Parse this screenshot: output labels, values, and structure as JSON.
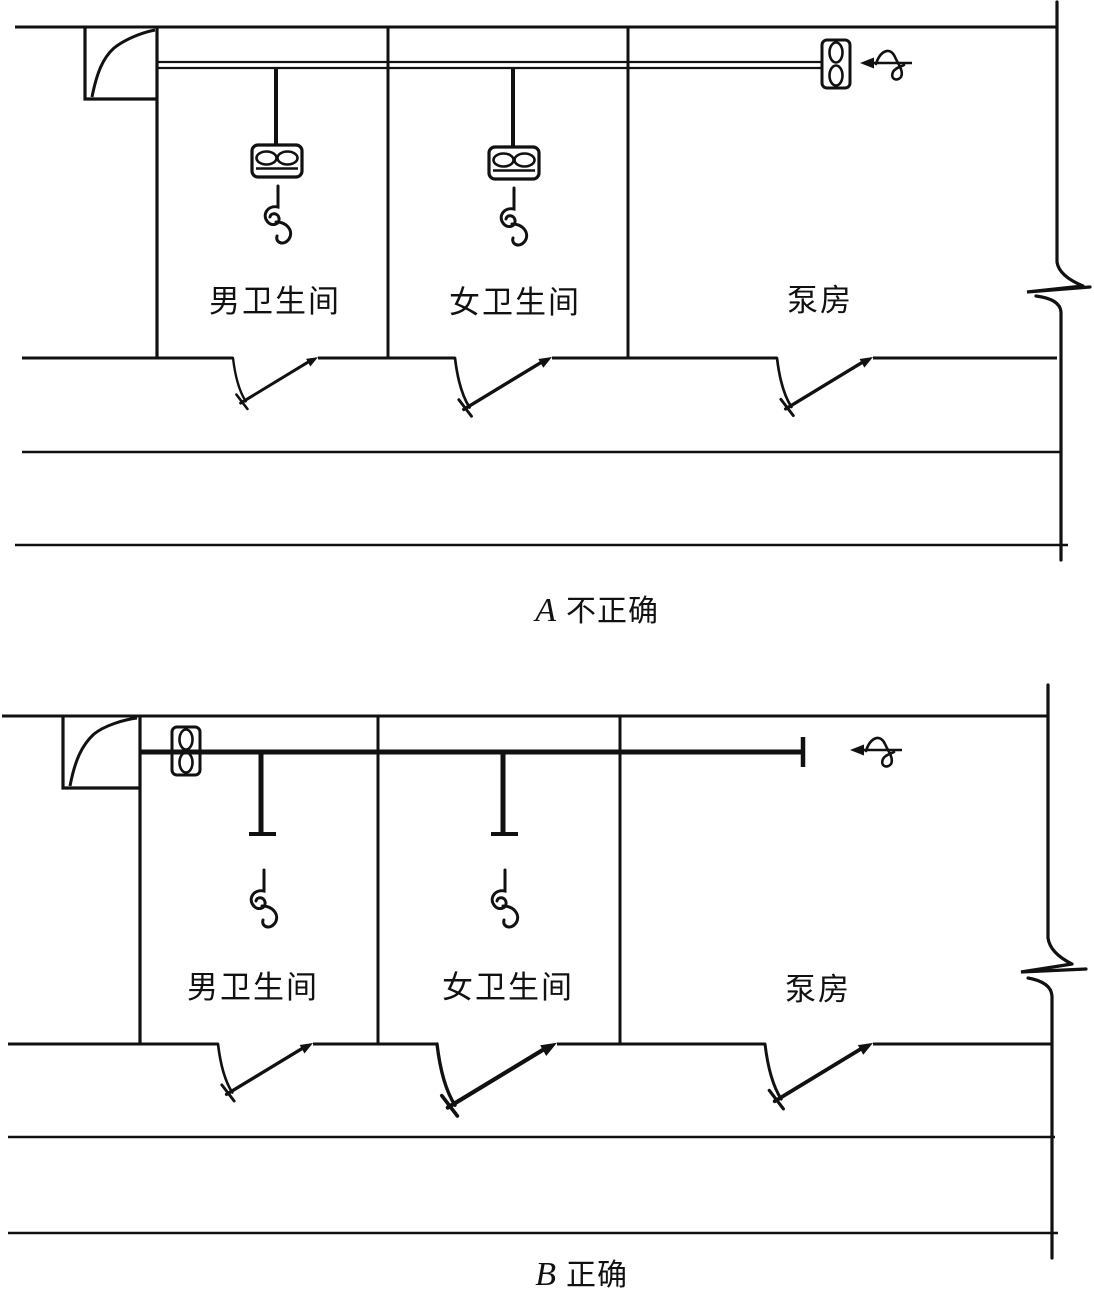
{
  "page": {
    "background": "#ffffff",
    "ink": "#111111",
    "description_type": "duct-section-diagram-pair"
  },
  "diagram_a": {
    "caption_letter": "A",
    "caption_text": "不正确",
    "room_labels": {
      "men": "男卫生间",
      "women": "女卫生间",
      "pump": "泵房"
    }
  },
  "diagram_b": {
    "caption_letter": "B",
    "caption_text": "正确",
    "room_labels": {
      "men": "男卫生间",
      "women": "女卫生间",
      "pump": "泵房"
    }
  }
}
